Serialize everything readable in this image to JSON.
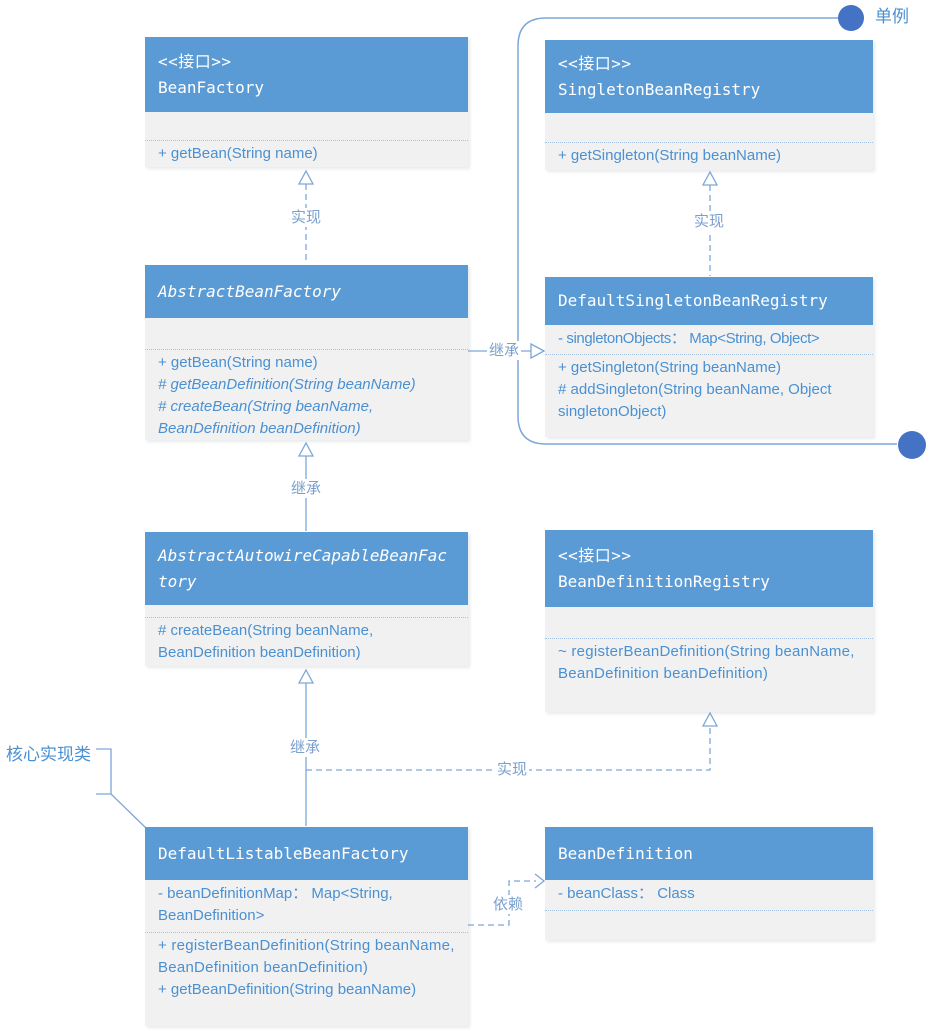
{
  "colors": {
    "header_blue": "#5b9bd5",
    "body_gray": "#f1f1f1",
    "text_blue": "#4a90d2",
    "line_blue": "#7da7d8",
    "divider_blue": "#a5c4e4",
    "circle_blue": "#4472c4",
    "label_blue": "#7aa0cf"
  },
  "annotations": {
    "singleton": "单例",
    "core_implementation": "核心实现类"
  },
  "labels": {
    "implement_left": "实现",
    "implement_right": "实现",
    "inherit_horizontal": "继承",
    "inherit_middle": "继承",
    "inherit_bottom": "继承",
    "implement_bottom": "实现",
    "depend": "依赖"
  },
  "classes": {
    "bean_factory": {
      "stereotype": "<<接口>>",
      "title": "BeanFactory",
      "attributes": [],
      "methods": [
        "+ getBean(String name)"
      ]
    },
    "singleton_bean_registry": {
      "stereotype": "<<接口>>",
      "title": "SingletonBeanRegistry",
      "attributes": [],
      "methods": [
        "+ getSingleton(String beanName)"
      ]
    },
    "abstract_bean_factory": {
      "title": "AbstractBeanFactory",
      "abstract": true,
      "attributes": [],
      "methods": [
        "+ getBean(String name)",
        "# getBeanDefinition(String beanName)",
        "# createBean(String beanName, BeanDefinition beanDefinition)"
      ]
    },
    "default_singleton_bean_registry": {
      "title": "DefaultSingletonBeanRegistry",
      "attributes": [
        "- singletonObjects： Map<String, Object>"
      ],
      "methods": [
        "+ getSingleton(String beanName)",
        "# addSingleton(String beanName, Object singletonObject)"
      ]
    },
    "abstract_autowire_capable_bean_factory": {
      "title": "AbstractAutowireCapableBeanFactory",
      "abstract": true,
      "attributes": [],
      "methods": [
        "# createBean(String beanName, BeanDefinition beanDefinition)"
      ]
    },
    "bean_definition_registry": {
      "stereotype": "<<接口>>",
      "title": "BeanDefinitionRegistry",
      "attributes": [],
      "methods": [
        "~ registerBeanDefinition(String beanName, BeanDefinition beanDefinition)"
      ]
    },
    "default_listable_bean_factory": {
      "title": "DefaultListableBeanFactory",
      "attributes": [
        "- beanDefinitionMap： Map<String, BeanDefinition>"
      ],
      "methods": [
        "+ registerBeanDefinition(String beanName, BeanDefinition beanDefinition)",
        "+ getBeanDefinition(String beanName)"
      ]
    },
    "bean_definition": {
      "title": "BeanDefinition",
      "attributes": [
        "- beanClass： Class"
      ],
      "methods": []
    }
  }
}
